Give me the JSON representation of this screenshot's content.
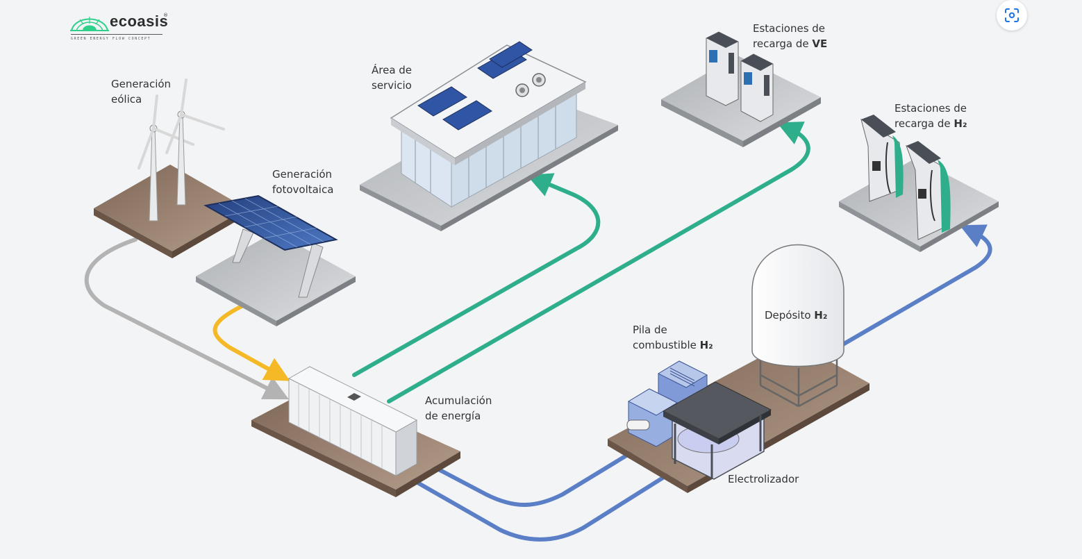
{
  "brand": {
    "name": "ecoasis",
    "registered": "®",
    "tagline": "GREEN ENERGY FLOW CONCEPT",
    "color": "#2fd08a"
  },
  "labels": {
    "wind": [
      "Generación",
      "eólica"
    ],
    "solar": [
      "Generación",
      "fotovoltaica"
    ],
    "service": [
      "Área de",
      "servicio"
    ],
    "ev": [
      "Estaciones de",
      "recarga de ",
      "VE"
    ],
    "h2_stations": [
      "Estaciones de",
      "recarga de ",
      "H₂"
    ],
    "storage": [
      "Acumulación",
      "de energía"
    ],
    "fuel_cell": [
      "Pila de",
      "combustible ",
      "H₂"
    ],
    "tank": [
      "Depósito ",
      "H₂"
    ],
    "electrolyzer": "Electrolizador"
  },
  "icons": {
    "scan_button": "scan-focus-icon"
  },
  "colors": {
    "flow_gray": "#b3b3b3",
    "flow_yellow": "#f5b928",
    "flow_green": "#2fae8c",
    "flow_blue": "#5b7fc7",
    "ground_brown": "#a08a78",
    "platform_gray": "#c9ccd0"
  }
}
